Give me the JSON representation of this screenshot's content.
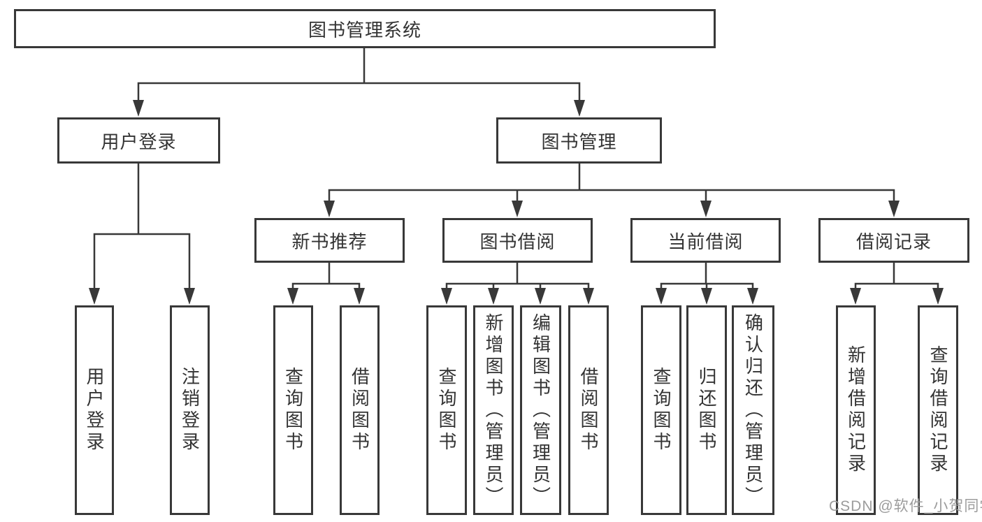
{
  "diagram": {
    "root": {
      "label": "图书管理系统"
    },
    "branches": [
      {
        "label": "用户登录",
        "children": [
          {
            "label": "用户登录"
          },
          {
            "label": "注销登录"
          }
        ]
      },
      {
        "label": "图书管理",
        "children": [
          {
            "label": "新书推荐",
            "children": [
              {
                "label": "查询图书"
              },
              {
                "label": "借阅图书"
              }
            ]
          },
          {
            "label": "图书借阅",
            "children": [
              {
                "label": "查询图书"
              },
              {
                "label": "新增图书（管理员）"
              },
              {
                "label": "编辑图书（管理员）"
              },
              {
                "label": "借阅图书"
              }
            ]
          },
          {
            "label": "当前借阅",
            "children": [
              {
                "label": "查询图书"
              },
              {
                "label": "归还图书"
              },
              {
                "label": "确认归还（管理员）"
              }
            ]
          },
          {
            "label": "借阅记录",
            "children": [
              {
                "label": "新增借阅记录"
              },
              {
                "label": "查询借阅记录"
              }
            ]
          }
        ]
      }
    ]
  },
  "watermark": {
    "text": "CSDN @软件_小贺同学"
  },
  "colors": {
    "line": "#383838",
    "box_border": "#383838",
    "text": "#333333",
    "watermark": "#9c9c9c",
    "background": "#ffffff"
  }
}
